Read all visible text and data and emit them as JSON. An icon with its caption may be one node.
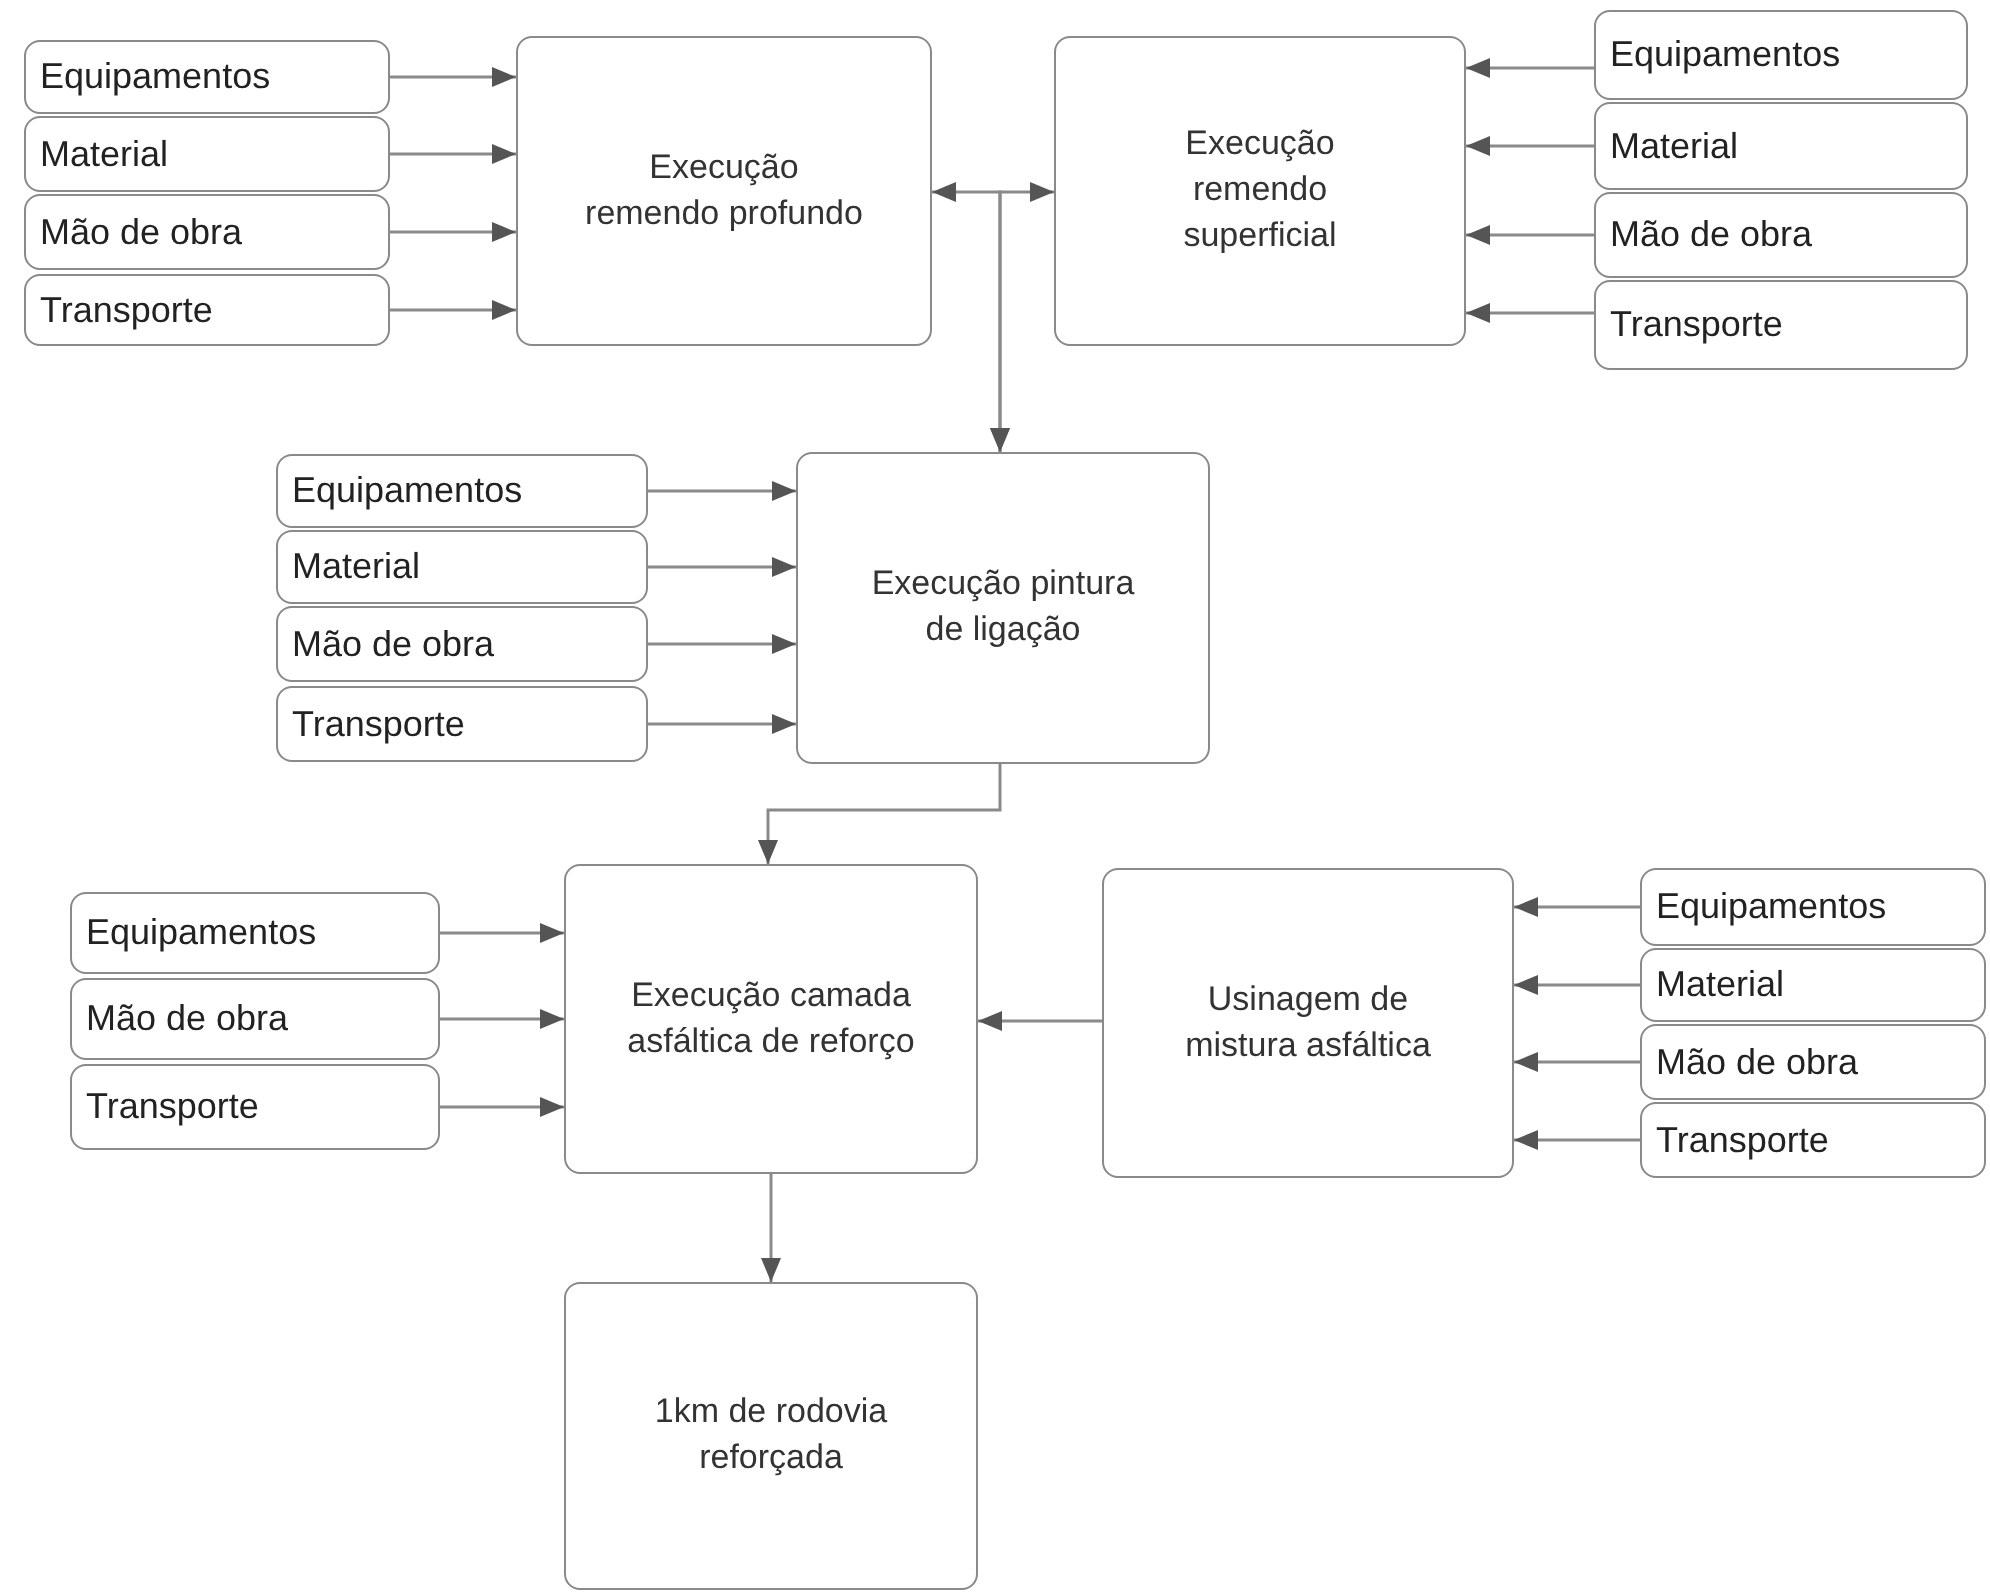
{
  "diagram": {
    "nodes": [
      {
        "text": [
          "Equipamentos"
        ]
      },
      {
        "text": [
          "Material"
        ]
      },
      {
        "text": [
          "Mão de obra"
        ]
      },
      {
        "text": [
          "Transporte"
        ]
      },
      {
        "text": [
          "Execução remendo profundo"
        ]
      },
      {
        "text": [
          "Execução remendo superficial"
        ]
      },
      {
        "text": [
          "Equipamentos"
        ]
      },
      {
        "text": [
          "Material"
        ]
      },
      {
        "text": [
          "Mão de obra"
        ]
      },
      {
        "text": [
          "Transporte"
        ]
      },
      {
        "text": [
          "Execução pintura de ligação"
        ]
      },
      {
        "text": [
          "Equipamentos"
        ]
      },
      {
        "text": [
          "Material"
        ]
      },
      {
        "text": [
          "Mão de obra"
        ]
      },
      {
        "text": [
          "Transporte"
        ]
      },
      {
        "text": [
          "Execução camada asfáltica de reforço"
        ]
      },
      {
        "text": [
          "Equipamentos"
        ]
      },
      {
        "text": [
          "Mão de obra"
        ]
      },
      {
        "text": [
          "Transporte"
        ]
      },
      {
        "text": [
          "Usinagem de mistura asfáltica"
        ]
      },
      {
        "text": [
          "Equipamentos"
        ]
      },
      {
        "text": [
          "Material"
        ]
      },
      {
        "text": [
          "Mão de obra"
        ]
      },
      {
        "text": [
          "Transporte"
        ]
      },
      {
        "text": [
          "1km de rodovia reforçada"
        ]
      }
    ],
    "edges": [
      {
        "from": 0,
        "to": 4,
        "arrow": "to"
      },
      {
        "from": 1,
        "to": 4,
        "arrow": "to"
      },
      {
        "from": 2,
        "to": 4,
        "arrow": "to"
      },
      {
        "from": 3,
        "to": 4,
        "arrow": "to"
      },
      {
        "from": 6,
        "to": 5,
        "arrow": "to"
      },
      {
        "from": 7,
        "to": 5,
        "arrow": "to"
      },
      {
        "from": 8,
        "to": 5,
        "arrow": "to"
      },
      {
        "from": 9,
        "to": 5,
        "arrow": "to"
      },
      {
        "from": 4,
        "to": 10,
        "arrow": "both"
      },
      {
        "from": 5,
        "to": 10,
        "arrow": "both"
      },
      {
        "from": 11,
        "to": 10,
        "arrow": "to"
      },
      {
        "from": 12,
        "to": 10,
        "arrow": "to"
      },
      {
        "from": 13,
        "to": 10,
        "arrow": "to"
      },
      {
        "from": 14,
        "to": 10,
        "arrow": "to"
      },
      {
        "from": 16,
        "to": 15,
        "arrow": "to"
      },
      {
        "from": 17,
        "to": 15,
        "arrow": "to"
      },
      {
        "from": 18,
        "to": 15,
        "arrow": "to"
      },
      {
        "from": 20,
        "to": 19,
        "arrow": "to"
      },
      {
        "from": 21,
        "to": 19,
        "arrow": "to"
      },
      {
        "from": 22,
        "to": 19,
        "arrow": "to"
      },
      {
        "from": 23,
        "to": 19,
        "arrow": "to"
      },
      {
        "from": 19,
        "to": 15,
        "arrow": "to"
      },
      {
        "from": 10,
        "to": 15,
        "arrow": "to"
      },
      {
        "from": 15,
        "to": 24,
        "arrow": "to"
      }
    ]
  }
}
